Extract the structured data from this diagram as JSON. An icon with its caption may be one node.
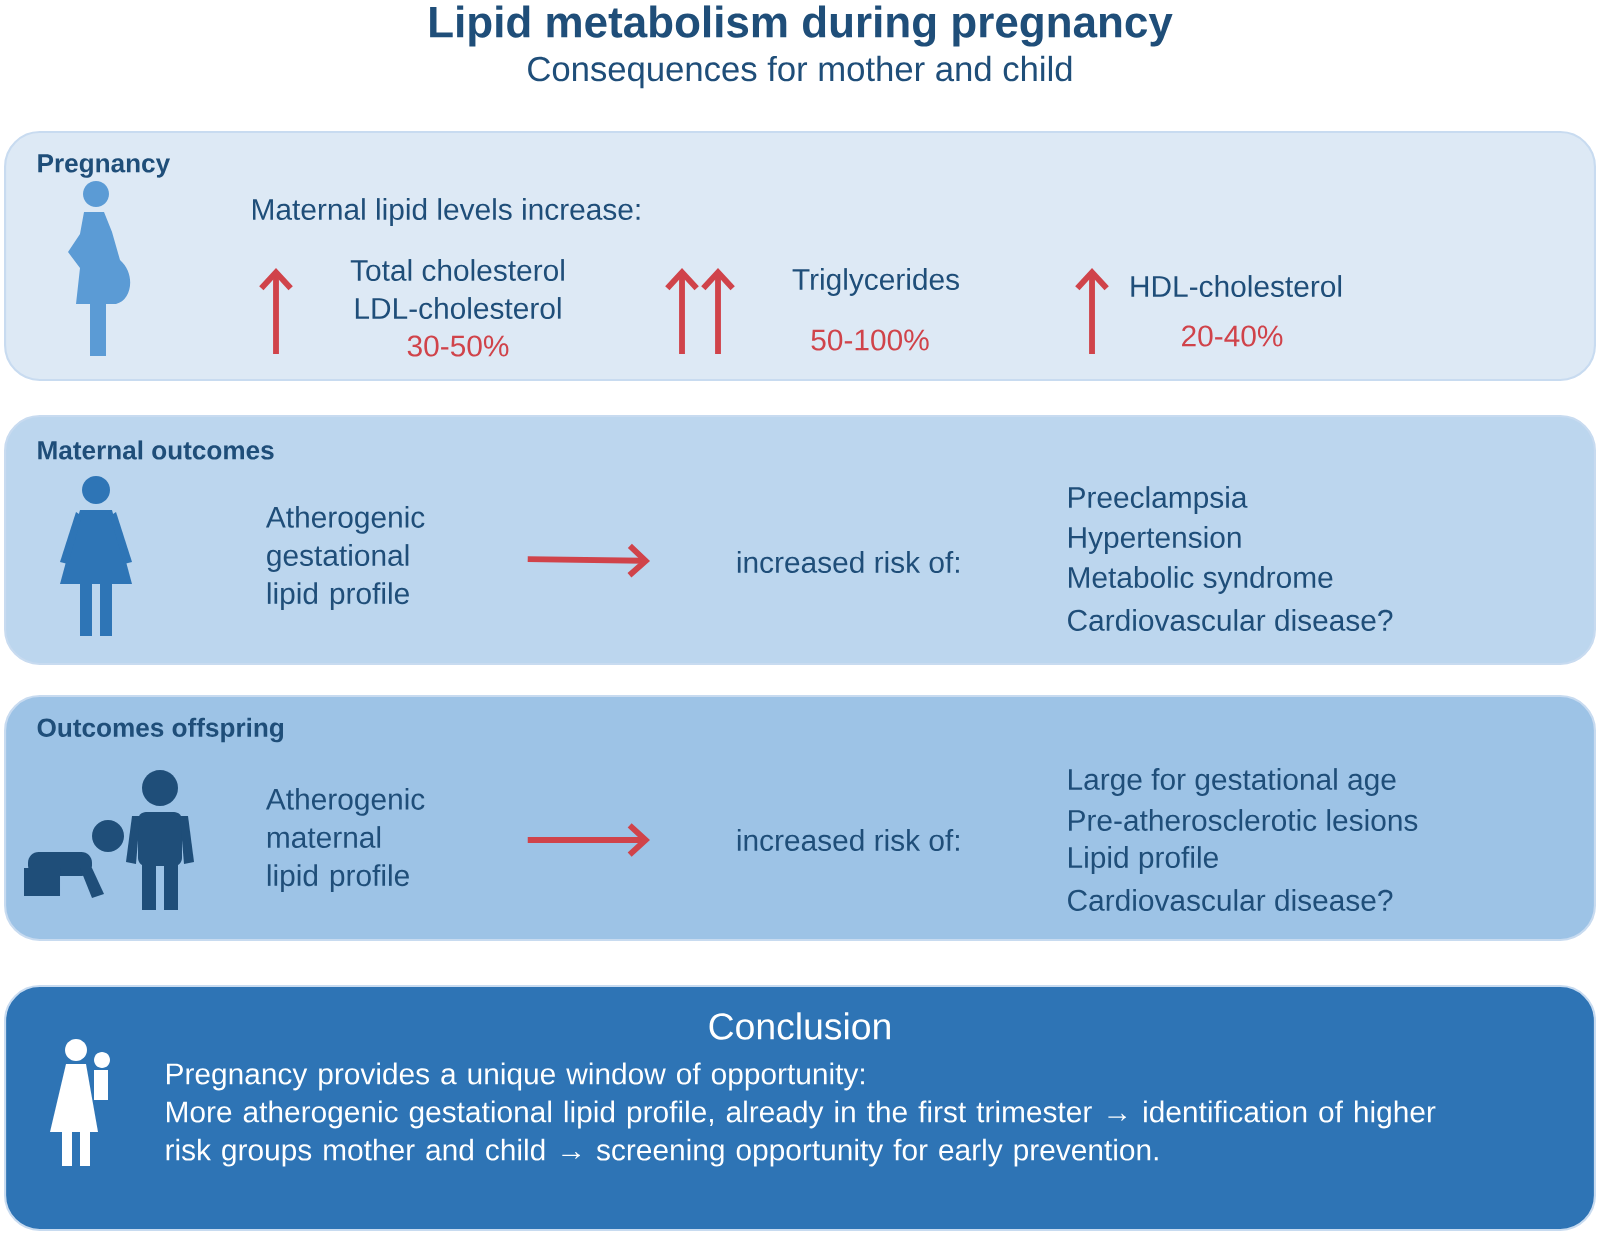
{
  "diagram": {
    "title": "Lipid metabolism during pregnancy",
    "nodes": [
      {
        "text": [
          "Pregnancy"
        ]
      },
      {
        "text": [
          "Maternal outcomes"
        ]
      },
      {
        "text": [
          "Atherogenic gestational lipid profile"
        ],
        "in": 1
      },
      {
        "text": [
          "increased risk of:"
        ],
        "in": 1
      },
      {
        "text": [
          "Outcomes offspring"
        ]
      },
      {
        "text": [
          "Atherogenic maternal lipid profile"
        ],
        "in": 4
      },
      {
        "text": [
          "increased risk of:"
        ],
        "in": 4
      },
      {
        "text": [
          "Conclusion",
          "Pregnancy provides a unique window of opportunity:",
          "More atherogenic gestational lipid profile, already in the first trimester → identification of higher risk groups mother and child → screening opportunity for early prevention."
        ]
      }
    ],
    "edges": [
      {
        "from": 2,
        "to": 3,
        "arrow": "to"
      },
      {
        "from": 5,
        "to": 6,
        "arrow": "to"
      }
    ],
    "labels": [
      "Consequences for mother and child",
      "Maternal lipid levels increase:",
      "Total cholesterol",
      "LDL-cholesterol",
      "30-50%",
      "Triglycerides",
      "50-100%",
      "HDL-cholesterol",
      "20-40%",
      "Preeclampsia",
      "Hypertension",
      "Metabolic syndrome",
      "Cardiovascular disease?",
      "Large for gestational age",
      "Pre-atherosclerotic lesions",
      "Lipid profile",
      "Cardiovascular disease?"
    ]
  }
}
